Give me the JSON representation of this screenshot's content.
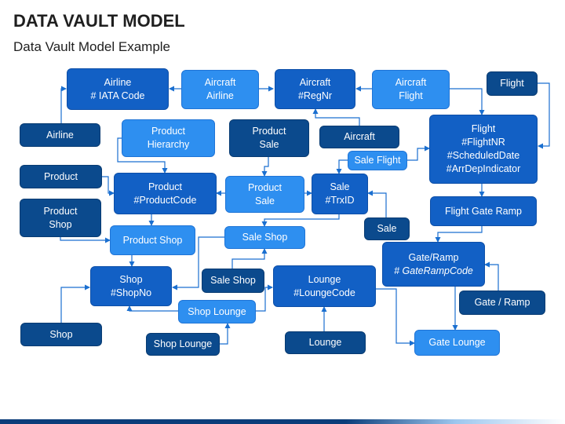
{
  "title": "DATA VAULT MODEL",
  "subtitle": "Data Vault Model Example",
  "nodes": {
    "airline_hub": {
      "l1": "Airline",
      "l2": "# IATA Code"
    },
    "aircraft_airline": {
      "l1": "Aircraft",
      "l2": "Airline"
    },
    "aircraft_hub": {
      "l1": "Aircraft",
      "l2": "#RegNr"
    },
    "aircraft_flight": {
      "l1": "Aircraft",
      "l2": "Flight"
    },
    "flight_sat": {
      "l1": "Flight"
    },
    "airline_sat": {
      "l1": "Airline"
    },
    "product_hierarchy": {
      "l1": "Product",
      "l2": "Hierarchy"
    },
    "product_sale_sat": {
      "l1": "Product",
      "l2": "Sale"
    },
    "aircraft_sat": {
      "l1": "Aircraft"
    },
    "flight_hub": {
      "l1": "Flight",
      "l2": "#FlightNR",
      "l3": "#ScheduledDate",
      "l4": "#ArrDepIndicator"
    },
    "product_sat": {
      "l1": "Product"
    },
    "product_hub": {
      "l1": "Product",
      "l2": "#ProductCode"
    },
    "product_sale_link": {
      "l1": "Product",
      "l2": "Sale"
    },
    "sale_hub": {
      "l1": "Sale",
      "l2": "#TrxID"
    },
    "sale_flight": {
      "l1": "Sale Flight"
    },
    "product_shop_sat": {
      "l1": "Product",
      "l2": "Shop"
    },
    "product_shop_link": {
      "l1": "Product Shop"
    },
    "sale_shop_link": {
      "l1": "Sale Shop"
    },
    "sale_sat": {
      "l1": "Sale"
    },
    "flight_gate_ramp": {
      "l1": "Flight Gate Ramp"
    },
    "gate_ramp_hub": {
      "l1": "Gate/Ramp",
      "l2": "# GateRampCode"
    },
    "shop_hub": {
      "l1": "Shop",
      "l2": "#ShopNo"
    },
    "sale_shop_sat": {
      "l1": "Sale Shop"
    },
    "lounge_hub": {
      "l1": "Lounge",
      "l2": "#LoungeCode"
    },
    "gate_ramp_sat": {
      "l1": "Gate / Ramp"
    },
    "shop_lounge_link": {
      "l1": "Shop Lounge"
    },
    "shop_sat": {
      "l1": "Shop"
    },
    "shop_lounge_sat": {
      "l1": "Shop Lounge"
    },
    "lounge_sat": {
      "l1": "Lounge"
    },
    "gate_lounge": {
      "l1": "Gate Lounge"
    }
  },
  "colors": {
    "hub": "#1260c5",
    "link": "#2e8ff0",
    "satellite": "#0b4a8d",
    "connector": "#1a6fd0"
  }
}
